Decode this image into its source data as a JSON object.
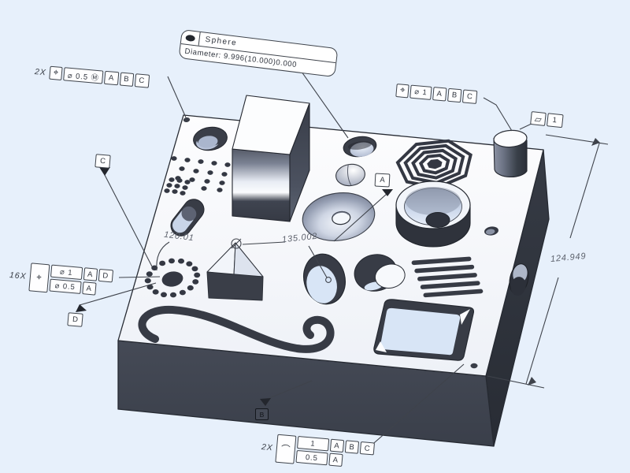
{
  "canvas": {
    "background": "#e7f0fb",
    "line_color": "#3f434b"
  },
  "tooltip": {
    "icon": "sphere-icon",
    "title": "Sphere",
    "detail": "Diameter: 9.996(10.000)0.000"
  },
  "fcf_holes_top": {
    "qty": "2X",
    "symbol": "⌖",
    "tolerance": "⌀ 0.5 Ⓜ",
    "datum1": "A",
    "datum2": "B",
    "datum3": "C"
  },
  "fcf_boss": {
    "symbol": "⌖",
    "tolerance": "⌀ 1",
    "datum1": "A",
    "datum2": "B",
    "datum3": "C"
  },
  "fcf_flatness": {
    "symbol": "▱",
    "value": "1"
  },
  "fcf_pattern": {
    "qty": "16X",
    "symbol": "⌖",
    "row1": {
      "tolerance": "⌀ 1",
      "datum1": "A",
      "datum2": "D"
    },
    "row2": {
      "tolerance": "⌀ 0.5",
      "datum1": "A"
    }
  },
  "fcf_profile": {
    "qty": "2X",
    "symbol": "⌒",
    "row1": {
      "tolerance": "1",
      "datum1": "A",
      "datum2": "B",
      "datum3": "C"
    },
    "row2": {
      "tolerance": "0.5",
      "datum1": "A"
    }
  },
  "datums": {
    "a": "A",
    "b": "B",
    "c": "C",
    "d": "D"
  },
  "dimensions": {
    "pattern_dim": "120.01",
    "diagonal_dim": "135.002",
    "height_dim": "124.949"
  }
}
